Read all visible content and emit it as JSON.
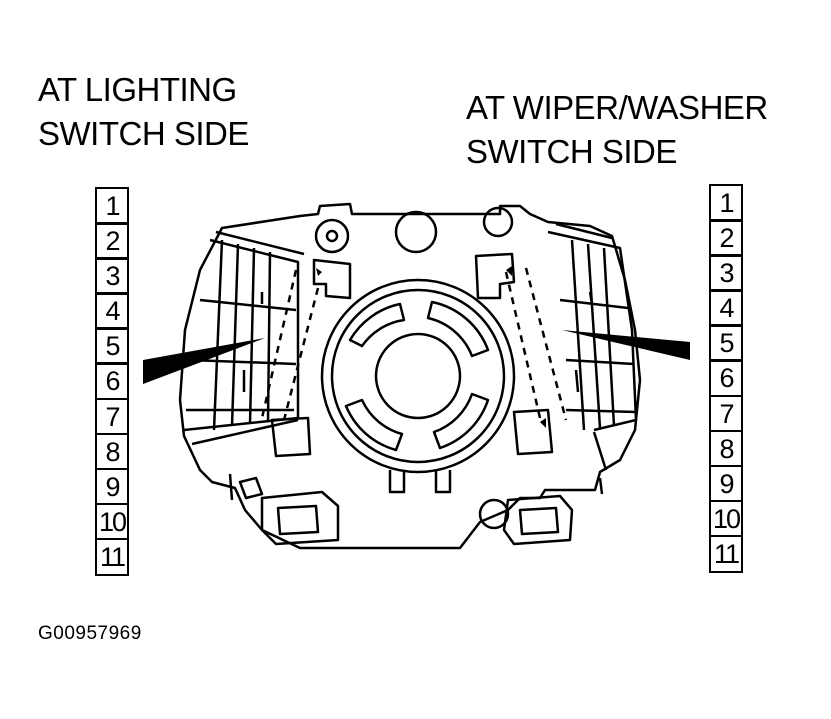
{
  "labels": {
    "left_line1": "AT LIGHTING",
    "left_line2": "SWITCH SIDE",
    "right_line1": "AT WIPER/WASHER",
    "right_line2": "SWITCH SIDE"
  },
  "left_pins": [
    "1",
    "2",
    "3",
    "4",
    "5",
    "6",
    "7",
    "8",
    "9",
    "10",
    "11"
  ],
  "right_pins": [
    "1",
    "2",
    "3",
    "4",
    "5",
    "6",
    "7",
    "8",
    "9",
    "10",
    "11"
  ],
  "figure_code": "G00957969"
}
